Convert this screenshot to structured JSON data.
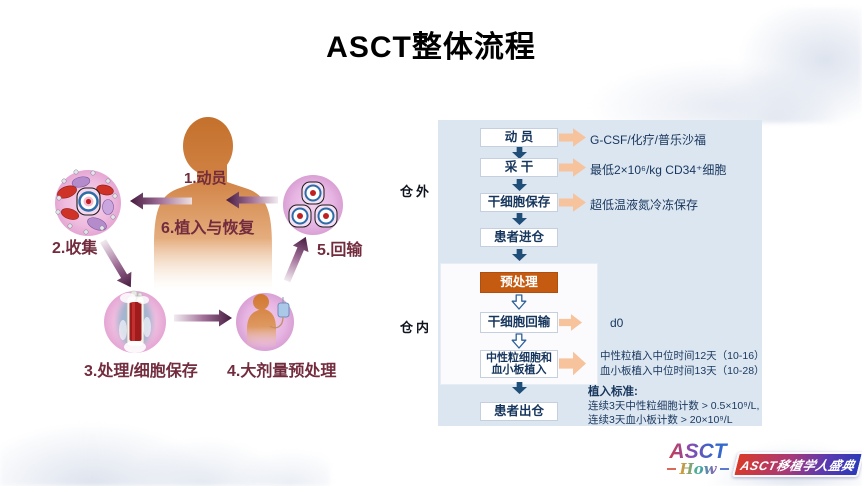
{
  "title": "ASCT整体流程",
  "cycle": {
    "steps": [
      {
        "label": "1.动员"
      },
      {
        "label": "2.收集"
      },
      {
        "label": "3.处理/细胞保存"
      },
      {
        "label": "4.大剂量预处理"
      },
      {
        "label": "5.回输"
      },
      {
        "label": "6.植入与恢复"
      }
    ]
  },
  "flowchart": {
    "zones": {
      "outside": "仓外",
      "inside": "仓内"
    },
    "boxes": [
      {
        "label": "动 员"
      },
      {
        "label": "采 干"
      },
      {
        "label": "干细胞保存"
      },
      {
        "label": "患者进仓"
      },
      {
        "label": "预处理"
      },
      {
        "label": "干细胞回输"
      },
      {
        "label": "中性粒细胞和血小板植入"
      },
      {
        "label": "患者出仓"
      }
    ],
    "annotations": {
      "mobilization": "G-CSF/化疗/普乐沙福",
      "harvest": "最低2×10⁶/kg CD34⁺细胞",
      "storage": "超低温液氮冷冻保存",
      "reinfusion_day": "d0",
      "engraftment_line1": "中性粒植入中位时间12天（10-16）",
      "engraftment_line2": "血小板植入中位时间13天（10-28）",
      "criteria_title": "植入标准:",
      "criteria_line1": "连续3天中性粒细胞计数 > 0.5×10⁹/L,",
      "criteria_line2": "连续3天血小板计数 > 20×10⁹/L"
    }
  },
  "footer": {
    "logo_main": "ASCT",
    "logo_script": "How",
    "badge": "ASCT移植学人盛典"
  },
  "colors": {
    "panel_bg": "#dce6f1",
    "highlight_box_bg": "#c55a11",
    "solid_arrow": "#1f4e79",
    "block_arrow": "#f6c39c",
    "flow_text": "#17365d",
    "cycle_label": "#722c3e"
  }
}
